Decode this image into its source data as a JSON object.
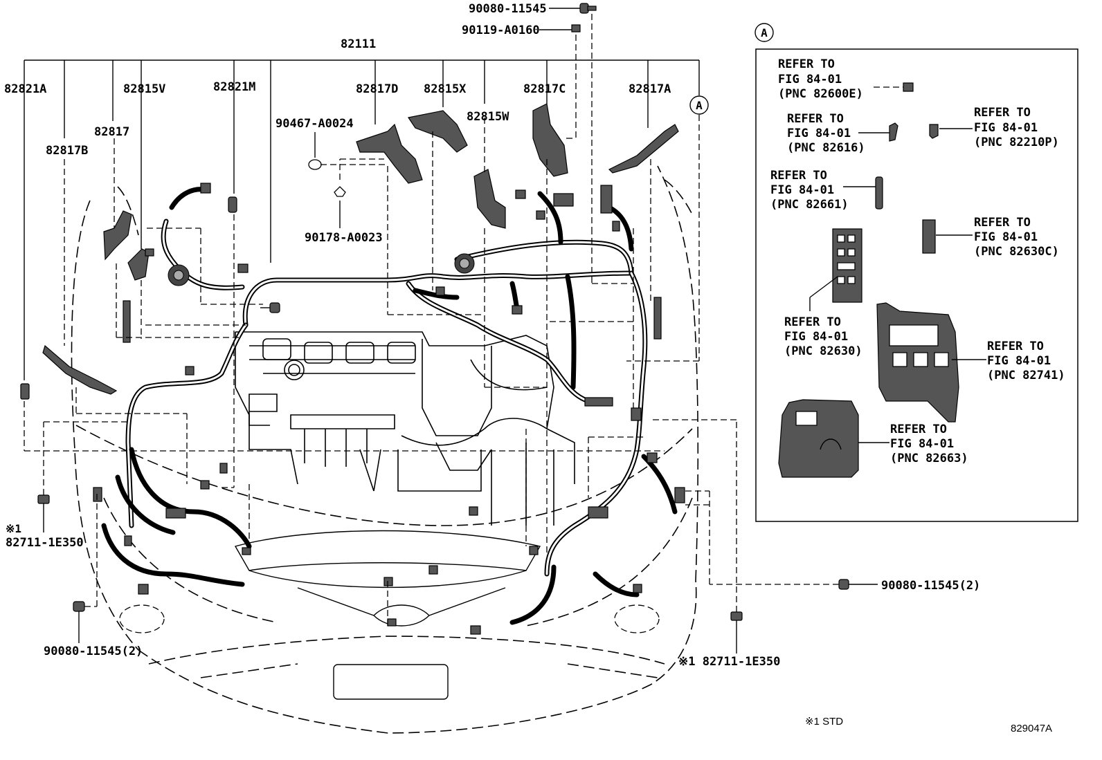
{
  "main_part": "82111",
  "callout_a": "A",
  "labels": {
    "p82821A": "82821A",
    "p82815V": "82815V",
    "p82821M": "82821M",
    "p82817D": "82817D",
    "p82815X": "82815X",
    "p82817C": "82817C",
    "p82817A": "82817A",
    "p82815W": "82815W",
    "p82817": "82817",
    "p82817B": "82817B",
    "p90467": "90467-A0024",
    "p90178": "90178-A0023",
    "p90080_top": "90080-11545",
    "p90119": "90119-A0160",
    "p90080_left": "90080-11545(2)",
    "p90080_right": "90080-11545(2)",
    "p82711_left_mark": "※1",
    "p82711_left": "82711-1E350",
    "p82711_right": "※1 82711-1E350"
  },
  "detail_a": {
    "refer_to": "REFER TO",
    "fig": "FIG 84-01",
    "pnc_82600E": "(PNC 82600E)",
    "pnc_82616": "(PNC 82616)",
    "pnc_82210P": "(PNC 82210P)",
    "pnc_82661": "(PNC 82661)",
    "pnc_82630C": "(PNC 82630C)",
    "pnc_82630": "(PNC 82630)",
    "pnc_82741": "(PNC 82741)",
    "pnc_82663": "(PNC 82663)"
  },
  "footnote": "※1 STD",
  "figure_id": "829047A"
}
